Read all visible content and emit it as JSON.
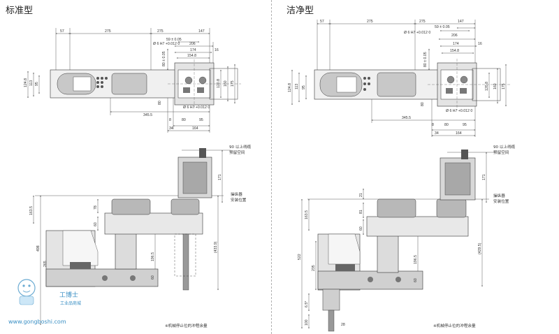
{
  "titles": {
    "left": "标准型",
    "right": "洁净型"
  },
  "colors": {
    "line": "#333333",
    "body": "#c8c8c8",
    "dark": "#7a7a7a",
    "light": "#e4e4e4",
    "watermark": "#3a8fc4"
  },
  "top_dims_left": {
    "a": "57",
    "b": "275",
    "c": "275",
    "d": "147",
    "e": "59 ± 0.05",
    "f": "206",
    "g": "174",
    "h": "154.8",
    "i": "16",
    "hole": "Ø 6 H7 +0.012 0",
    "j": "80 ± 0.05",
    "k": "124.8",
    "l": "113",
    "m": "95",
    "n": "120.8",
    "o": "160",
    "p": "175",
    "q": "345.5",
    "r": "80",
    "s": "Ø 6 H7 +0.012 0",
    "t": "8",
    "u": "80",
    "v": "95",
    "w": "34",
    "x": "164"
  },
  "top_dims_right": {
    "a": "57",
    "b": "275",
    "c": "275",
    "d": "147",
    "e": "59 ± 0.05",
    "f": "206",
    "g": "174",
    "h": "154.8",
    "i": "16",
    "hole": "Ø 6 H7 +0.012 0",
    "j": "80 ± 0.05",
    "k": "124.8",
    "l": "113",
    "m": "95",
    "n": "120.8",
    "o": "160",
    "p": "175",
    "q": "345.5",
    "r": "80",
    "s": "Ø 6 H7 +0.012 0",
    "t": "8",
    "u": "80",
    "v": "95",
    "w": "34",
    "x": "164"
  },
  "side_left": {
    "reserve": "90 以上线缆",
    "reserve2": "预留空间",
    "d171": "171",
    "console": "操纵器",
    "console2": "安装位置",
    "d163": "163.5",
    "d78": "78",
    "d60": "60",
    "d498": "498",
    "d265": "265",
    "d196": "196.5",
    "d4339": "(433.9)",
    "d60b": "60",
    "note": "※机械停止位的冲程余量"
  },
  "side_right": {
    "reserve": "90 以上线缆",
    "reserve2": "预留空间",
    "d171": "171",
    "console": "操纵器",
    "console2": "安装位置",
    "d21": "21",
    "d163": "163.5",
    "d81": "81",
    "d60": "60",
    "d522": "522",
    "d235": "235",
    "d196": "196.5",
    "d4295": "(429.5)",
    "d60b": "60",
    "d6": "6.5*",
    "d100": "100",
    "d28": "28",
    "note": "※机械停止位的冲程余量"
  },
  "watermark": {
    "site_cn": "工业品商城",
    "site_url": "www.gongboshi.com",
    "brand": "工博士"
  }
}
